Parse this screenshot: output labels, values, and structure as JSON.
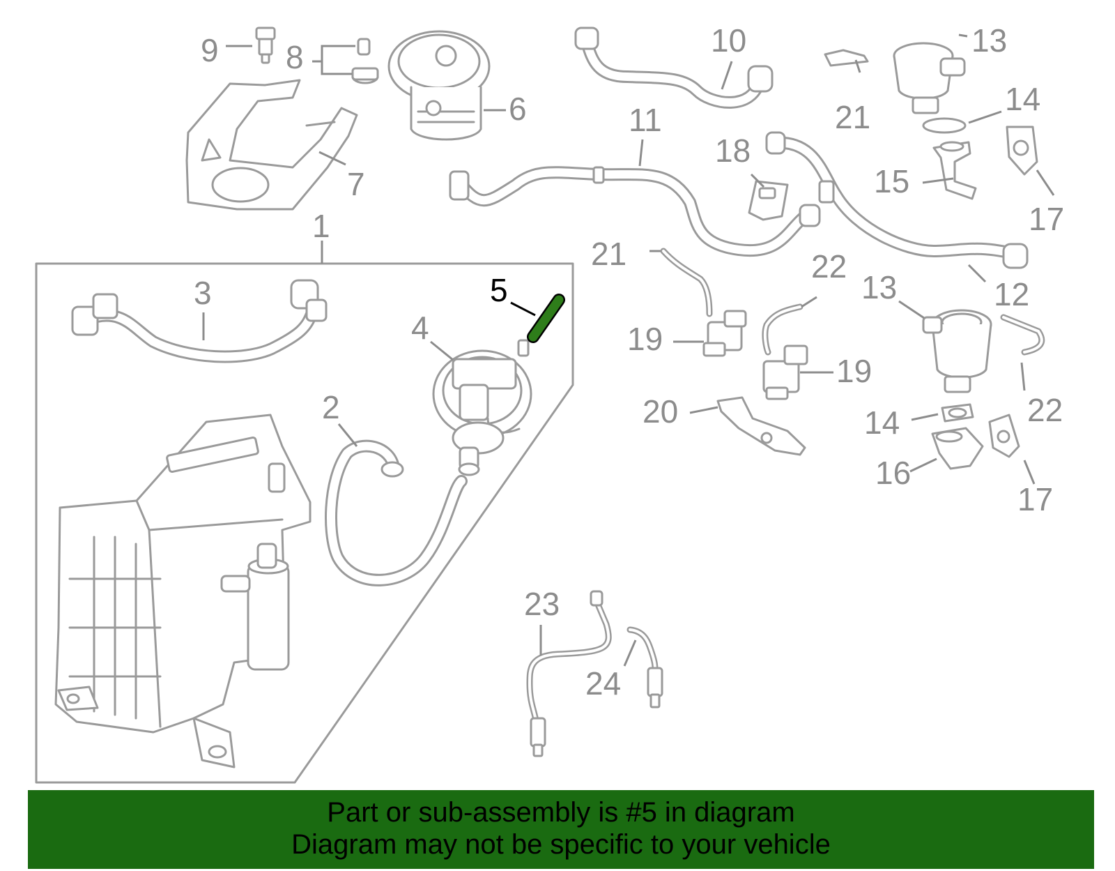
{
  "diagram": {
    "highlight_color": "#2e7d1a",
    "part_color": "#9a9a9a",
    "highlighted_part": "5",
    "callouts": {
      "c1": "1",
      "c2": "2",
      "c3": "3",
      "c4": "4",
      "c5": "5",
      "c6": "6",
      "c7": "7",
      "c8": "8",
      "c9": "9",
      "c10": "10",
      "c11": "11",
      "c12": "12",
      "c13a": "13",
      "c13b": "13",
      "c14a": "14",
      "c14b": "14",
      "c15": "15",
      "c16": "16",
      "c17a": "17",
      "c17b": "17",
      "c18": "18",
      "c19a": "19",
      "c19b": "19",
      "c20": "20",
      "c21a": "21",
      "c21b": "21",
      "c22a": "22",
      "c22b": "22",
      "c23": "23",
      "c24": "24"
    }
  },
  "banner": {
    "background": "#1a6b11",
    "line1": "Part or sub-assembly is #5 in diagram",
    "line2": "Diagram may not be specific to your vehicle"
  }
}
